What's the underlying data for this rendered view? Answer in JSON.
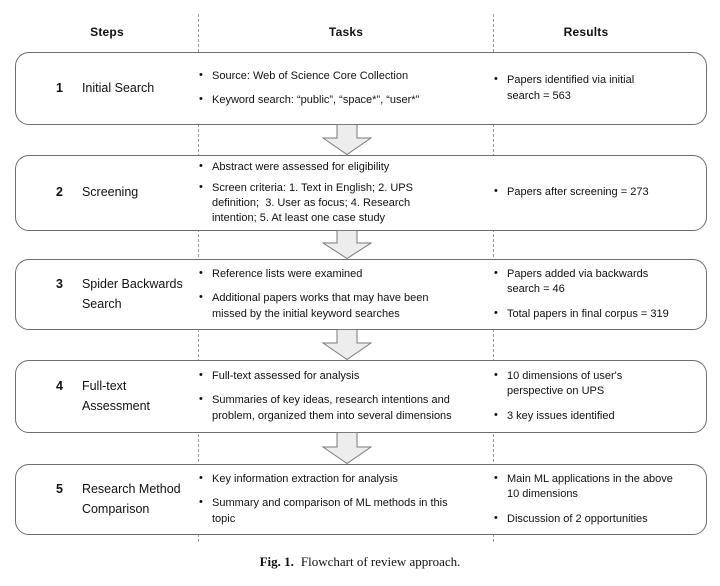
{
  "figure": {
    "column_headers": {
      "steps": "Steps",
      "tasks": "Tasks",
      "results": "Results"
    },
    "rows": [
      {
        "number": "1",
        "label": "Initial Search",
        "tasks": [
          "Source: Web of Science Core Collection",
          "Keyword search: “public”, “space*”, “user*”"
        ],
        "results": [
          "Papers identified via initial\nsearch = 563"
        ]
      },
      {
        "number": "2",
        "label": "Screening",
        "tasks": [
          "Abstract were assessed for eligibility",
          "Screen criteria: 1. Text in English; 2. UPS\ndefinition;  3. User as focus; 4. Research\nintention; 5. At least one case study"
        ],
        "results": [
          "Papers after screening = 273"
        ]
      },
      {
        "number": "3",
        "label": "Spider Backwards\nSearch",
        "tasks": [
          "Reference lists were examined",
          "Additional papers works that may have been\nmissed by the initial keyword searches"
        ],
        "results": [
          "Papers added via backwards\nsearch = 46",
          "Total papers in final corpus = 319"
        ]
      },
      {
        "number": "4",
        "label": "Full-text\nAssessment",
        "tasks": [
          "Full-text assessed for analysis",
          "Summaries of key ideas, research intentions and\nproblem, organized them into several dimensions"
        ],
        "results": [
          "10 dimensions of user's\nperspective on UPS",
          "3 key issues identified"
        ]
      },
      {
        "number": "5",
        "label": "Research Method\nComparison",
        "tasks": [
          "Key information extraction for analysis",
          "Summary and comparison of ML methods in this\ntopic"
        ],
        "results": [
          "Main ML applications in the above\n10 dimensions",
          "Discussion of 2 opportunities"
        ]
      }
    ],
    "caption": {
      "label": "Fig. 1.",
      "text": "Flowchart of review approach."
    },
    "icons": {
      "flow_arrow": "down-block-arrow"
    },
    "colors": {
      "box_border": "#6e6e6e",
      "divider_dashed": "#9a9a9a",
      "arrow_fill": "#ededed",
      "arrow_stroke": "#7a7a7a",
      "text": "#111111",
      "background": "#ffffff"
    }
  }
}
